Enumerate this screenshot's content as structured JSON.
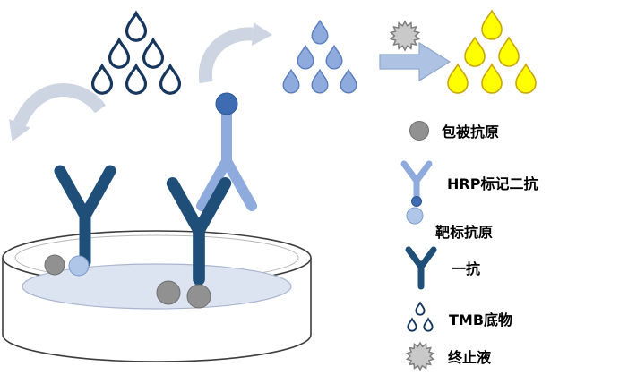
{
  "colors": {
    "dark-blue": "#1F4E79",
    "light-blue": "#8FAADC",
    "pale-blue": "#DCE4F2",
    "hrp-blue": "#3E6CB3",
    "sphere-gray": "#919191",
    "light-gray": "#C9C9C9",
    "yellow": "#FFFF00",
    "yellow-outline": "#C9A60A",
    "arrow-gray": "#CDD5E2",
    "arrow-blue": "#AEC3E4",
    "outline": "#3D3D3D",
    "tmb-outline": "#17365D"
  },
  "legend": {
    "items": [
      {
        "icon": "coating-antigen-sphere",
        "label": "包被抗原"
      },
      {
        "icon": "hrp-secondary-antibody",
        "label": "HRP标记二抗"
      },
      {
        "icon": "target-antigen-sphere",
        "label": "靶标抗原"
      },
      {
        "icon": "primary-antibody",
        "label": "一抗"
      },
      {
        "icon": "tmb-substrate-drops",
        "label": "TMB底物"
      },
      {
        "icon": "stop-solution-starburst",
        "label": "终止液"
      }
    ]
  }
}
